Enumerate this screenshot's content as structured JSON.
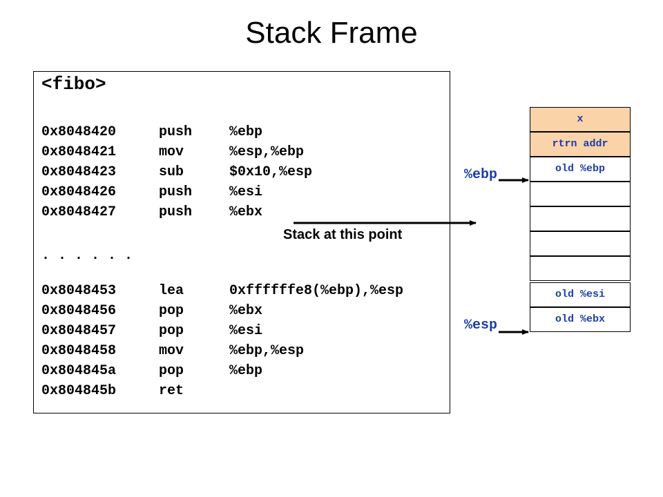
{
  "title": "Stack Frame",
  "code": {
    "function_name": "<fibo>",
    "prologue": [
      {
        "addr": "0x8048420",
        "op": "push",
        "args": "%ebp"
      },
      {
        "addr": "0x8048421",
        "op": "mov",
        "args": "%esp,%ebp"
      },
      {
        "addr": "0x8048423",
        "op": "sub",
        "args": "$0x10,%esp"
      },
      {
        "addr": "0x8048426",
        "op": "push",
        "args": "%esi"
      },
      {
        "addr": "0x8048427",
        "op": "push",
        "args": "%ebx"
      }
    ],
    "ellipsis": ". . . . . .",
    "epilogue": [
      {
        "addr": "0x8048453",
        "op": "lea",
        "args": "0xffffffe8(%ebp),%esp"
      },
      {
        "addr": "0x8048456",
        "op": "pop",
        "args": "%ebx"
      },
      {
        "addr": "0x8048457",
        "op": "pop",
        "args": "%esi"
      },
      {
        "addr": "0x8048458",
        "op": "mov",
        "args": "%ebp,%esp"
      },
      {
        "addr": "0x804845a",
        "op": "pop",
        "args": "%ebp"
      },
      {
        "addr": "0x804845b",
        "op": "ret",
        "args": ""
      }
    ]
  },
  "arrow_label": "Stack at this point",
  "stack": {
    "cells": [
      {
        "label": "x",
        "shaded": true
      },
      {
        "label": "rtrn addr",
        "shaded": true
      },
      {
        "label": "old %ebp",
        "shaded": false
      },
      {
        "label": "",
        "shaded": false
      },
      {
        "label": "",
        "shaded": false
      },
      {
        "label": "",
        "shaded": false
      },
      {
        "label": "",
        "shaded": false
      },
      {
        "label": "old %esi",
        "shaded": false
      },
      {
        "label": "old %ebx",
        "shaded": false
      }
    ],
    "pointers": {
      "ebp": "%ebp",
      "esp": "%esp"
    }
  },
  "colors": {
    "shaded_cell": "#fbd3a8",
    "stack_text": "#1a3ea8"
  }
}
